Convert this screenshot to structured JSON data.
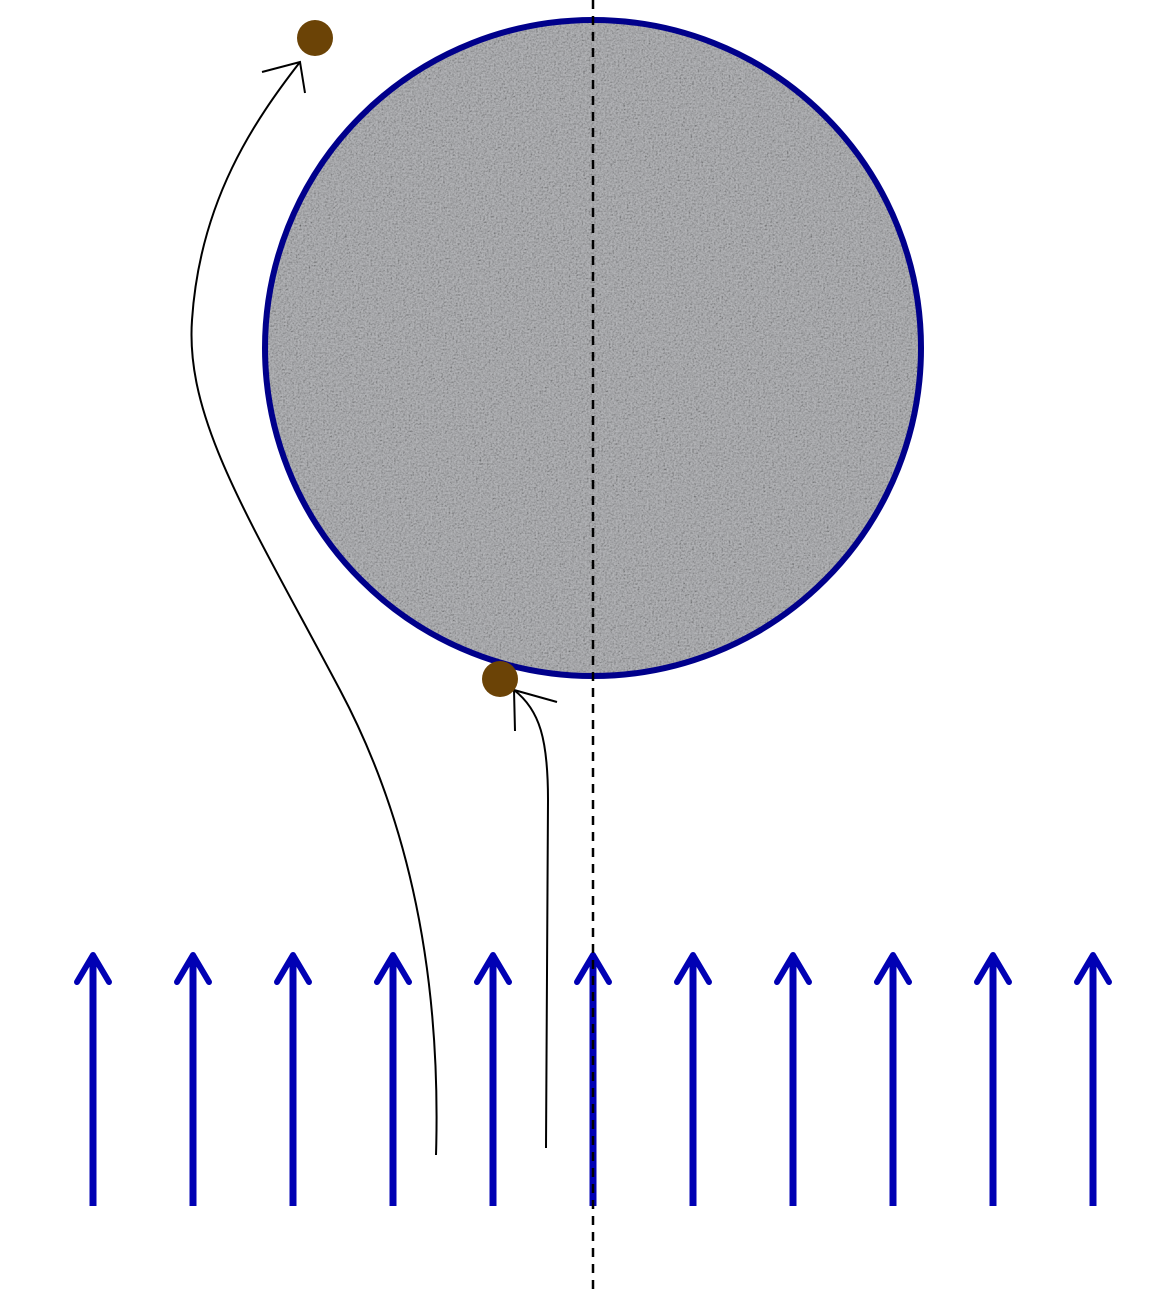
{
  "diagram": {
    "kind": "particle-trajectories-around-sphere-in-uniform-flow",
    "colors": {
      "background": "#ffffff",
      "sphere_outline": "#00008b",
      "sphere_fill_base": "#a9aaad",
      "flow_arrows": "#0000b4",
      "particles": "#6b4306",
      "trajectories": "#000000",
      "axis_line": "#000000"
    },
    "flow": {
      "arrow_count": 11,
      "direction": "upward"
    },
    "sphere": {
      "texture": "granite-noise"
    },
    "axis": {
      "style": "dashed",
      "orientation": "vertical"
    },
    "particles": [
      {
        "label": "",
        "outcome": "deflected-past-sphere"
      },
      {
        "label": "",
        "outcome": "collides-with-sphere"
      }
    ],
    "trajectories": [
      {
        "label": "",
        "arrowhead": "open"
      },
      {
        "label": "",
        "arrowhead": "open"
      }
    ]
  }
}
